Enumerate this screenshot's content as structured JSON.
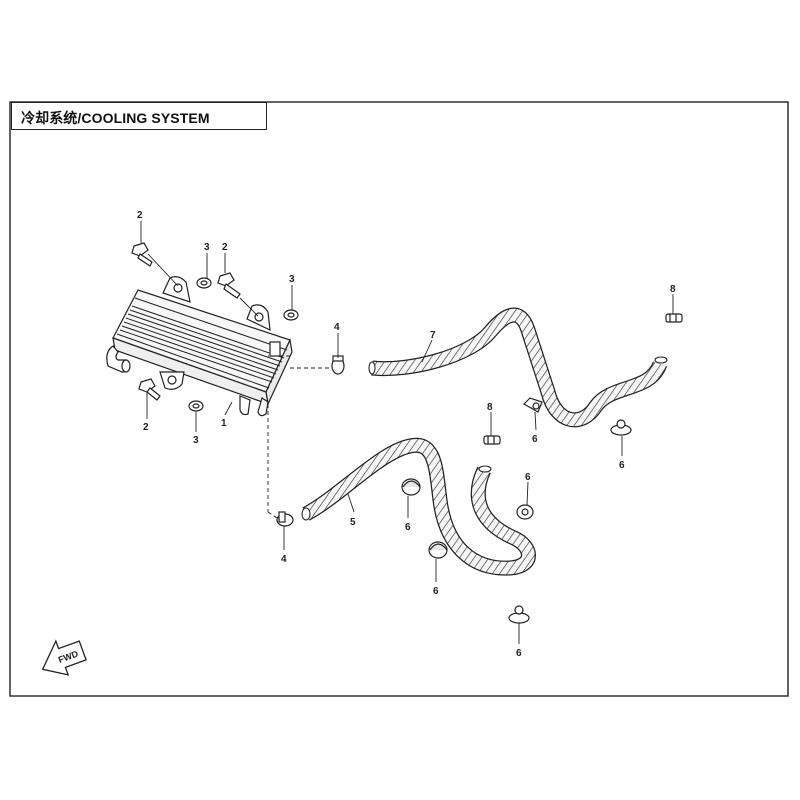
{
  "title": "冷却系统/COOLING SYSTEM",
  "fwd_label": "FWD",
  "callouts": {
    "radiator": "1",
    "bolt_top_left": "2",
    "bolt_top_mid": "2",
    "bolt_bottom_left": "2",
    "washer_top_mid": "3",
    "washer_top_right": "3",
    "washer_bottom": "3",
    "clamp_upper": "4",
    "clamp_lower": "4",
    "hose_lower": "5",
    "hose_upper": "7",
    "clip_upper_mid": "6",
    "clip_upper_right": "6",
    "clip_lower_cap_left": "6",
    "clip_lower_cap_bottom": "6",
    "clip_lower_right_top": "6",
    "clip_lower_bottom": "6",
    "fitting_upper": "8",
    "fitting_lower": "8"
  },
  "colors": {
    "line": "#222222",
    "hose_fill": "#f4f4f4",
    "background": "#ffffff"
  }
}
